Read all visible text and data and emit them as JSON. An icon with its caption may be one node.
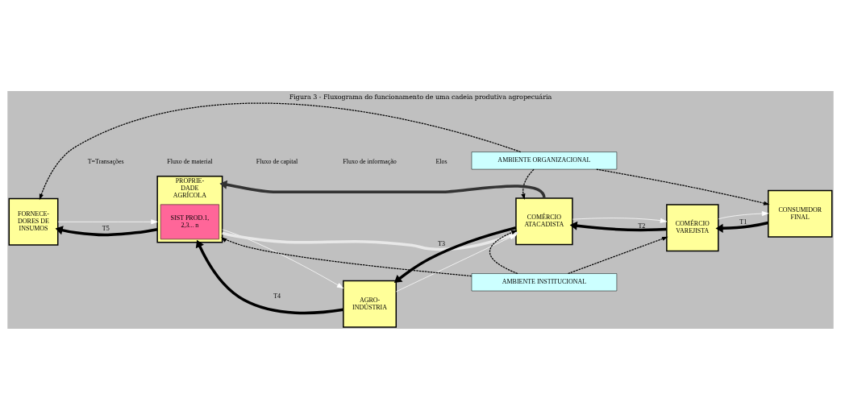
{
  "diagram": {
    "title": "Figura 3 - Fluxograma do funcionamento de uma cadeia produtiva agropecuária",
    "nodes": [
      {
        "text": [
          "AMBIENTE ORGANIZACIONAL"
        ]
      },
      {
        "text": [
          "FORNECE- DORES DE INSUMOS"
        ]
      },
      {
        "text": [
          "PROPRIE- DADE AGRÍCOLA"
        ]
      },
      {
        "text": [
          "SIST PROD.1, 2,3... n"
        ],
        "in": 2
      },
      {
        "text": [
          "AGRO- INDÚSTRIA"
        ]
      },
      {
        "text": [
          "COMÉRCIO ATACADISTA"
        ]
      },
      {
        "text": [
          "COMÉRCIO VAREJISTA"
        ]
      },
      {
        "text": [
          "CONSUMIDOR FINAL"
        ]
      },
      {
        "text": [
          "AMBIENTE INSTITUCIONAL"
        ]
      }
    ],
    "edges": [
      {
        "from": 1,
        "to": 2,
        "arrow": "to",
        "color": "#ffffff"
      },
      {
        "from": 2,
        "to": 1,
        "arrow": "to",
        "style": "thick",
        "label": "T5"
      },
      {
        "from": 2,
        "to": 4,
        "arrow": "to",
        "color": "#ffffff"
      },
      {
        "from": 4,
        "to": 2,
        "arrow": "to",
        "style": "thick",
        "label": "T4"
      },
      {
        "from": 4,
        "to": 5,
        "arrow": "to",
        "color": "#ffffff"
      },
      {
        "from": 5,
        "to": 4,
        "arrow": "to",
        "style": "thick",
        "label": "T3"
      },
      {
        "from": 5,
        "to": 6,
        "arrow": "to",
        "color": "#ffffff"
      },
      {
        "from": 6,
        "to": 5,
        "arrow": "to",
        "style": "thick",
        "label": "T2"
      },
      {
        "from": 6,
        "to": 7,
        "arrow": "to",
        "color": "#ffffff"
      },
      {
        "from": 7,
        "to": 6,
        "arrow": "to",
        "style": "thick",
        "label": "T1"
      },
      {
        "from": 5,
        "to": 2,
        "arrow": "to",
        "style": "thick",
        "color": "#333333"
      },
      {
        "from": 2,
        "to": 5,
        "arrow": "to",
        "style": "thick",
        "color": "#e8e8e8"
      },
      {
        "from": 0,
        "to": 1,
        "arrow": "to",
        "style": "dashed"
      },
      {
        "from": 0,
        "to": 5,
        "arrow": "to",
        "style": "dashed"
      },
      {
        "from": 0,
        "to": 7,
        "arrow": "to",
        "style": "dashed"
      },
      {
        "from": 8,
        "to": 2,
        "arrow": "to",
        "style": "dashed"
      },
      {
        "from": 8,
        "to": 5,
        "arrow": "to",
        "style": "dashed"
      },
      {
        "from": 8,
        "to": 6,
        "arrow": "to",
        "style": "dashed"
      }
    ],
    "labels": [
      "T=Transações"
    ],
    "legend": [
      {
        "text": "Fluxo de material"
      },
      {
        "text": "Fluxo de capital"
      },
      {
        "text": "Fluxo de informação"
      },
      {
        "text": "Elos"
      }
    ]
  }
}
